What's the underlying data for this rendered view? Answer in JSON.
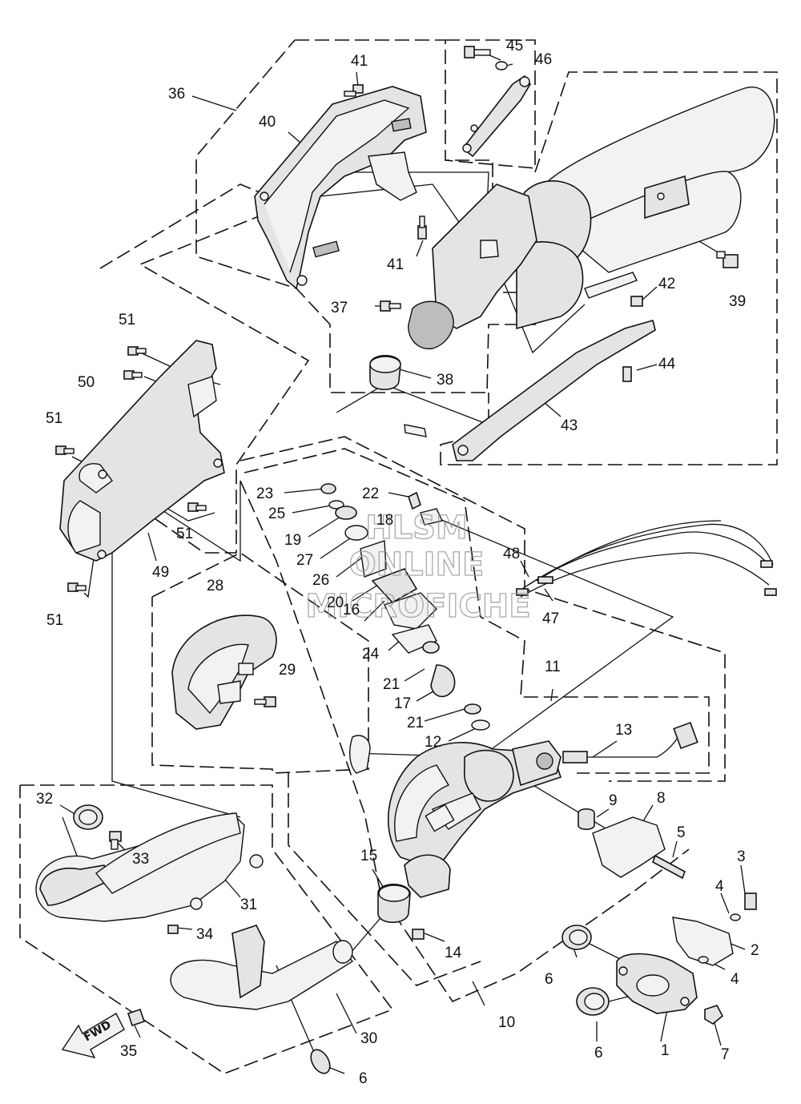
{
  "labels": {
    "p1": "1",
    "p2": "2",
    "p3": "3",
    "p4a": "4",
    "p4b": "4",
    "p5": "5",
    "p6a": "6",
    "p6b": "6",
    "p6c": "6",
    "p7": "7",
    "p8": "8",
    "p9": "9",
    "p10": "10",
    "p11": "11",
    "p12": "12",
    "p13": "13",
    "p14": "14",
    "p15": "15",
    "p16": "16",
    "p17": "17",
    "p18": "18",
    "p19": "19",
    "p20": "20",
    "p21a": "21",
    "p21b": "21",
    "p22": "22",
    "p23": "23",
    "p24": "24",
    "p25": "25",
    "p26": "26",
    "p27": "27",
    "p28": "28",
    "p29": "29",
    "p30": "30",
    "p31": "31",
    "p32": "32",
    "p33": "33",
    "p34": "34",
    "p35": "35",
    "p36": "36",
    "p37": "37",
    "p38": "38",
    "p39": "39",
    "p40": "40",
    "p41a": "41",
    "p41b": "41",
    "p42": "42",
    "p43": "43",
    "p44": "44",
    "p45": "45",
    "p46": "46",
    "p47": "47",
    "p48": "48",
    "p49": "49",
    "p50": "50",
    "p51a": "51",
    "p51b": "51",
    "p51c": "51",
    "p51d": "51"
  },
  "watermark": {
    "line1": "HLSM",
    "line2": "ONLINE",
    "line3": "MICROFICHE"
  },
  "fwd_arrow": "FWD"
}
